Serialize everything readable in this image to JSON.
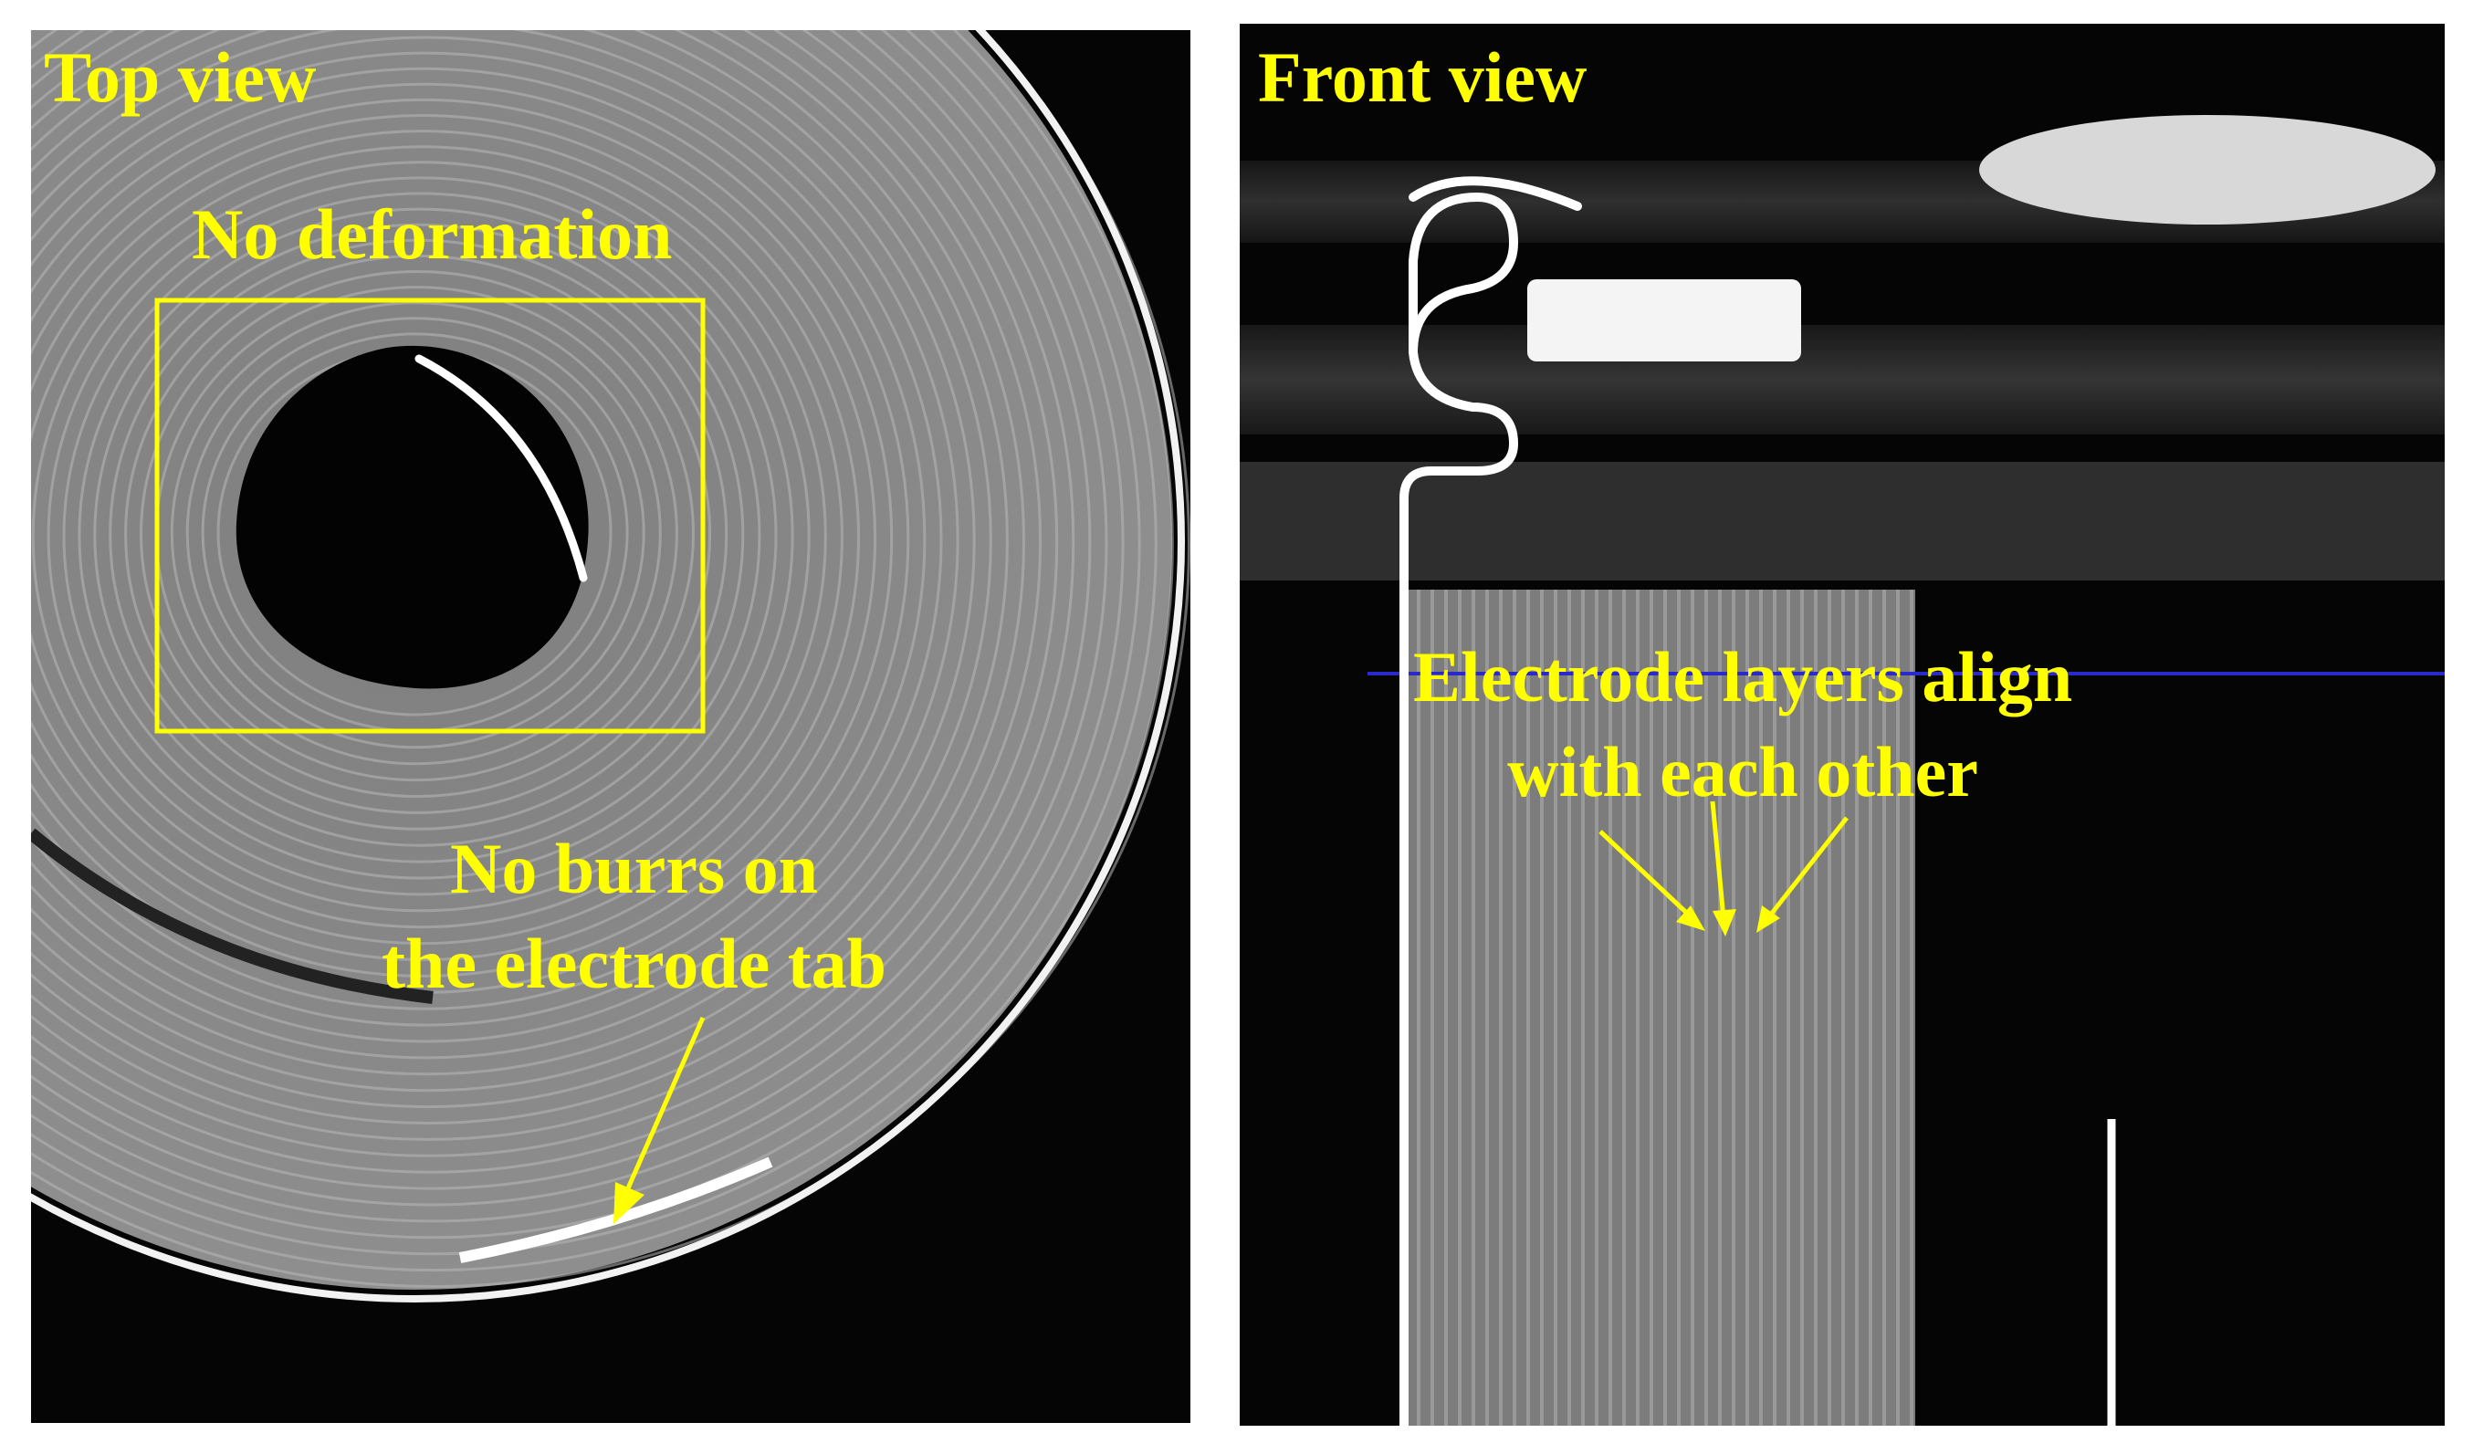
{
  "panels": {
    "left": {
      "title": "Top view"
    },
    "right": {
      "title": "Front view"
    }
  },
  "annotations": {
    "no_deformation": "No deformation",
    "no_burrs_line1": "No burrs on",
    "no_burrs_line2": "the electrode tab",
    "align_line1": "Electrode layers align",
    "align_line2": "with each other"
  },
  "colors": {
    "annotation": "#ffff00",
    "background": "#000000",
    "page": "#ffffff",
    "electrode_gray": "#8a8a8a",
    "tab_white": "#ffffff"
  }
}
